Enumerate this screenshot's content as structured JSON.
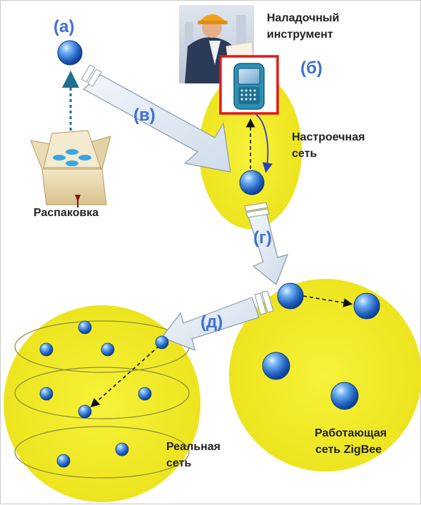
{
  "labels": {
    "tool_line1": "Наладочный",
    "tool_line2": "инструмент",
    "commissioning_line1": "Настроечная",
    "commissioning_line2": "сеть",
    "unpacking": "Распаковка",
    "operating_line1": "Работающая",
    "operating_line2": "сеть ZigBee",
    "real_line1": "Реальная",
    "real_line2": "сеть"
  },
  "steps": {
    "a": "(а)",
    "b": "(б)",
    "v": "(в)",
    "g": "(г)",
    "d": "(д)"
  },
  "colors": {
    "zone_yellow": "#f2ec28",
    "node_blue": "#2f6fd0",
    "step_blue": "#3f6fd1",
    "arrow_fill": "#dfe9f3",
    "arrow_stroke": "#8a9aa8",
    "highlight_red": "#e11919"
  },
  "icons": {
    "tool": "mobile-phone-icon",
    "engineer": "engineer-photo",
    "box": "open-box-icon"
  }
}
